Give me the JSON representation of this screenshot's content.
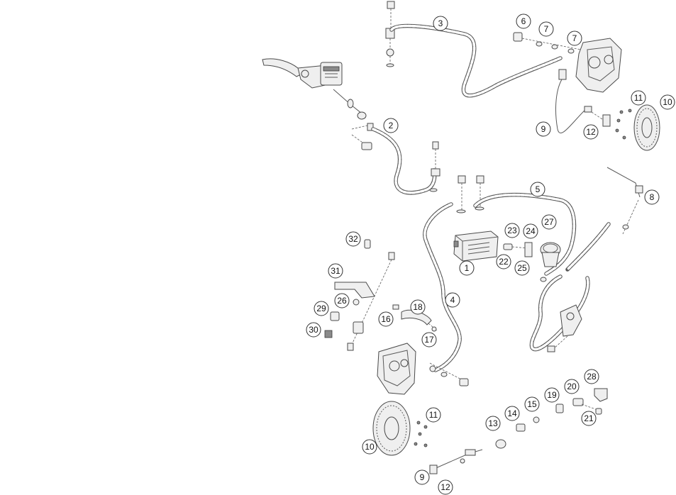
{
  "callouts": [
    {
      "id": "c1",
      "label": "1"
    },
    {
      "id": "c2",
      "label": "2"
    },
    {
      "id": "c3",
      "label": "3"
    },
    {
      "id": "c4",
      "label": "4"
    },
    {
      "id": "c5",
      "label": "5"
    },
    {
      "id": "c6",
      "label": "6"
    },
    {
      "id": "c7a",
      "label": "7"
    },
    {
      "id": "c7b",
      "label": "7"
    },
    {
      "id": "c8",
      "label": "8"
    },
    {
      "id": "c9a",
      "label": "9"
    },
    {
      "id": "c9b",
      "label": "9"
    },
    {
      "id": "c10a",
      "label": "10"
    },
    {
      "id": "c10b",
      "label": "10"
    },
    {
      "id": "c11a",
      "label": "11"
    },
    {
      "id": "c11b",
      "label": "11"
    },
    {
      "id": "c12a",
      "label": "12"
    },
    {
      "id": "c12b",
      "label": "12"
    },
    {
      "id": "c13",
      "label": "13"
    },
    {
      "id": "c14",
      "label": "14"
    },
    {
      "id": "c15",
      "label": "15"
    },
    {
      "id": "c16",
      "label": "16"
    },
    {
      "id": "c17",
      "label": "17"
    },
    {
      "id": "c18",
      "label": "18"
    },
    {
      "id": "c19",
      "label": "19"
    },
    {
      "id": "c20",
      "label": "20"
    },
    {
      "id": "c21",
      "label": "21"
    },
    {
      "id": "c22",
      "label": "22"
    },
    {
      "id": "c23",
      "label": "23"
    },
    {
      "id": "c24",
      "label": "24"
    },
    {
      "id": "c25",
      "label": "25"
    },
    {
      "id": "c26",
      "label": "26"
    },
    {
      "id": "c27",
      "label": "27"
    },
    {
      "id": "c28",
      "label": "28"
    },
    {
      "id": "c29",
      "label": "29"
    },
    {
      "id": "c30",
      "label": "30"
    },
    {
      "id": "c31",
      "label": "31"
    },
    {
      "id": "c32",
      "label": "32"
    }
  ]
}
